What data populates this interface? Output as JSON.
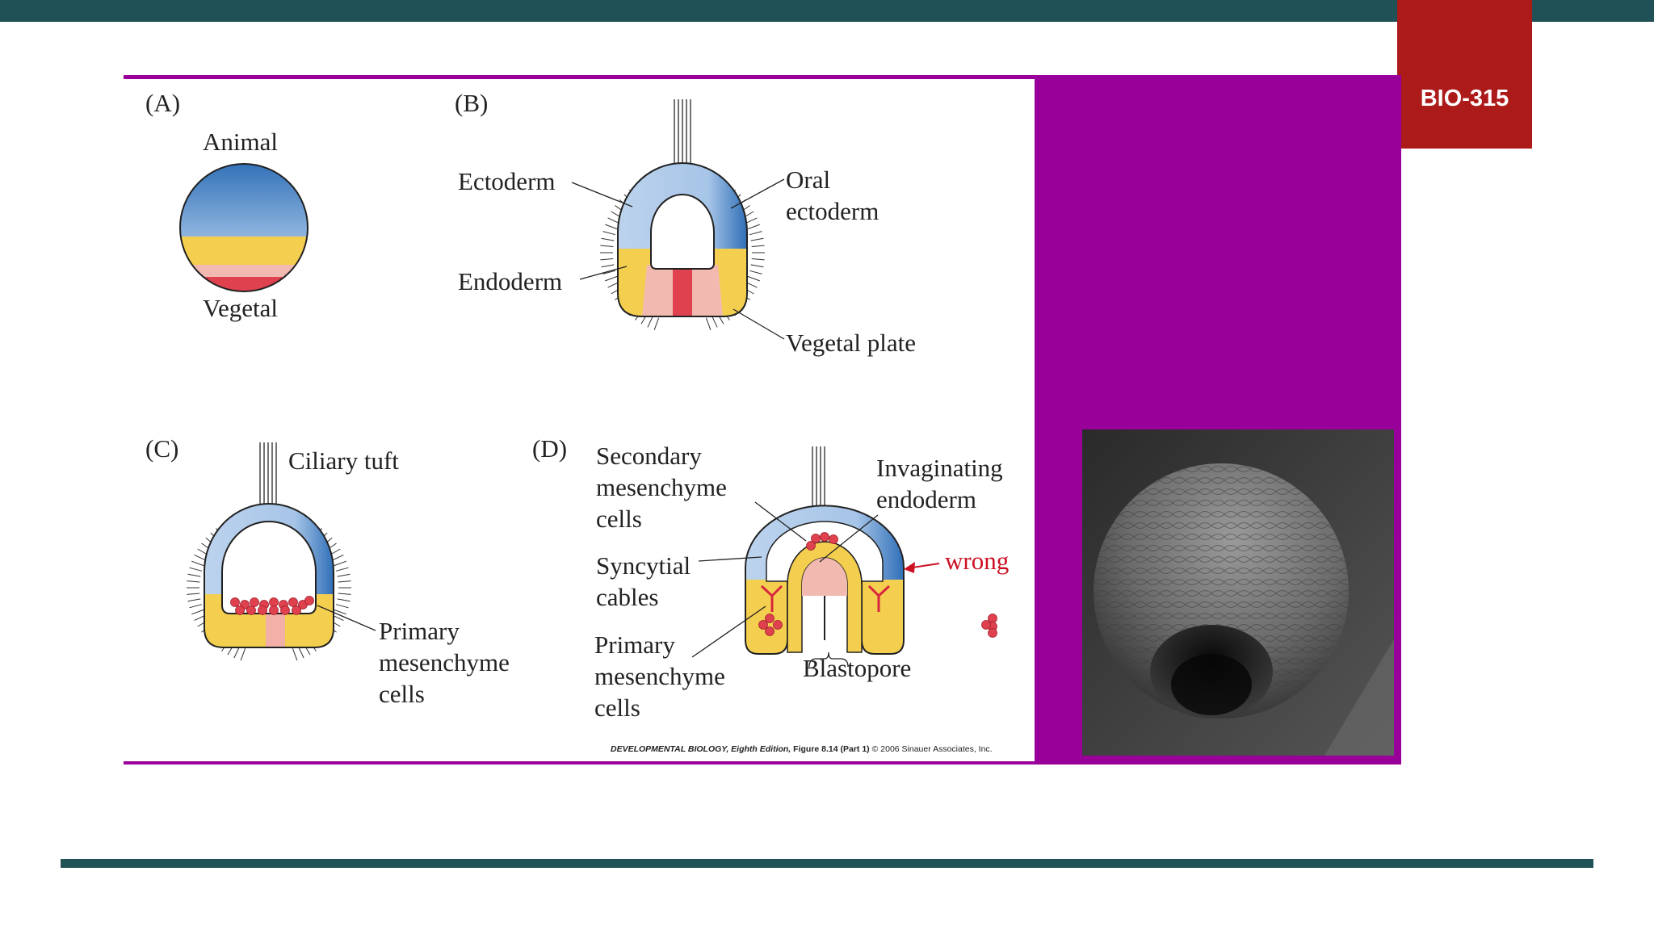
{
  "slide": {
    "course_code": "BIO-315",
    "colors": {
      "top_bar": "#1f5156",
      "course_tab": "#ad1a1a",
      "panel": "#990099",
      "rule": "#1f5156",
      "annotation": "#cc1122"
    }
  },
  "figure": {
    "panel_a": {
      "letter": "(A)",
      "animal": "Animal",
      "vegetal": "Vegetal"
    },
    "panel_b": {
      "letter": "(B)",
      "ectoderm": "Ectoderm",
      "oral_1": "Oral",
      "oral_2": "ectoderm",
      "endoderm": "Endoderm",
      "vegetal_plate": "Vegetal plate"
    },
    "panel_c": {
      "letter": "(C)",
      "ciliary_tuft": "Ciliary tuft",
      "pmc_1": "Primary",
      "pmc_2": "mesenchyme",
      "pmc_3": "cells"
    },
    "panel_d": {
      "letter": "(D)",
      "smc_1": "Secondary",
      "smc_2": "mesenchyme",
      "smc_3": "cells",
      "inv_1": "Invaginating",
      "inv_2": "endoderm",
      "syn_1": "Syncytial",
      "syn_2": "cables",
      "pmc_1": "Primary",
      "pmc_2": "mesenchyme",
      "pmc_3": "cells",
      "blastopore": "Blastopore",
      "annotation": "wrong"
    },
    "credit_italic": "DEVELOPMENTAL BIOLOGY, Eighth Edition,",
    "credit_fig": " Figure 8.14 (Part 1)",
    "credit_rest": "  © 2006 Sinauer Associates, Inc."
  },
  "photo": {
    "icon": "sea-urchin-gastrula-sem-micrograph"
  }
}
